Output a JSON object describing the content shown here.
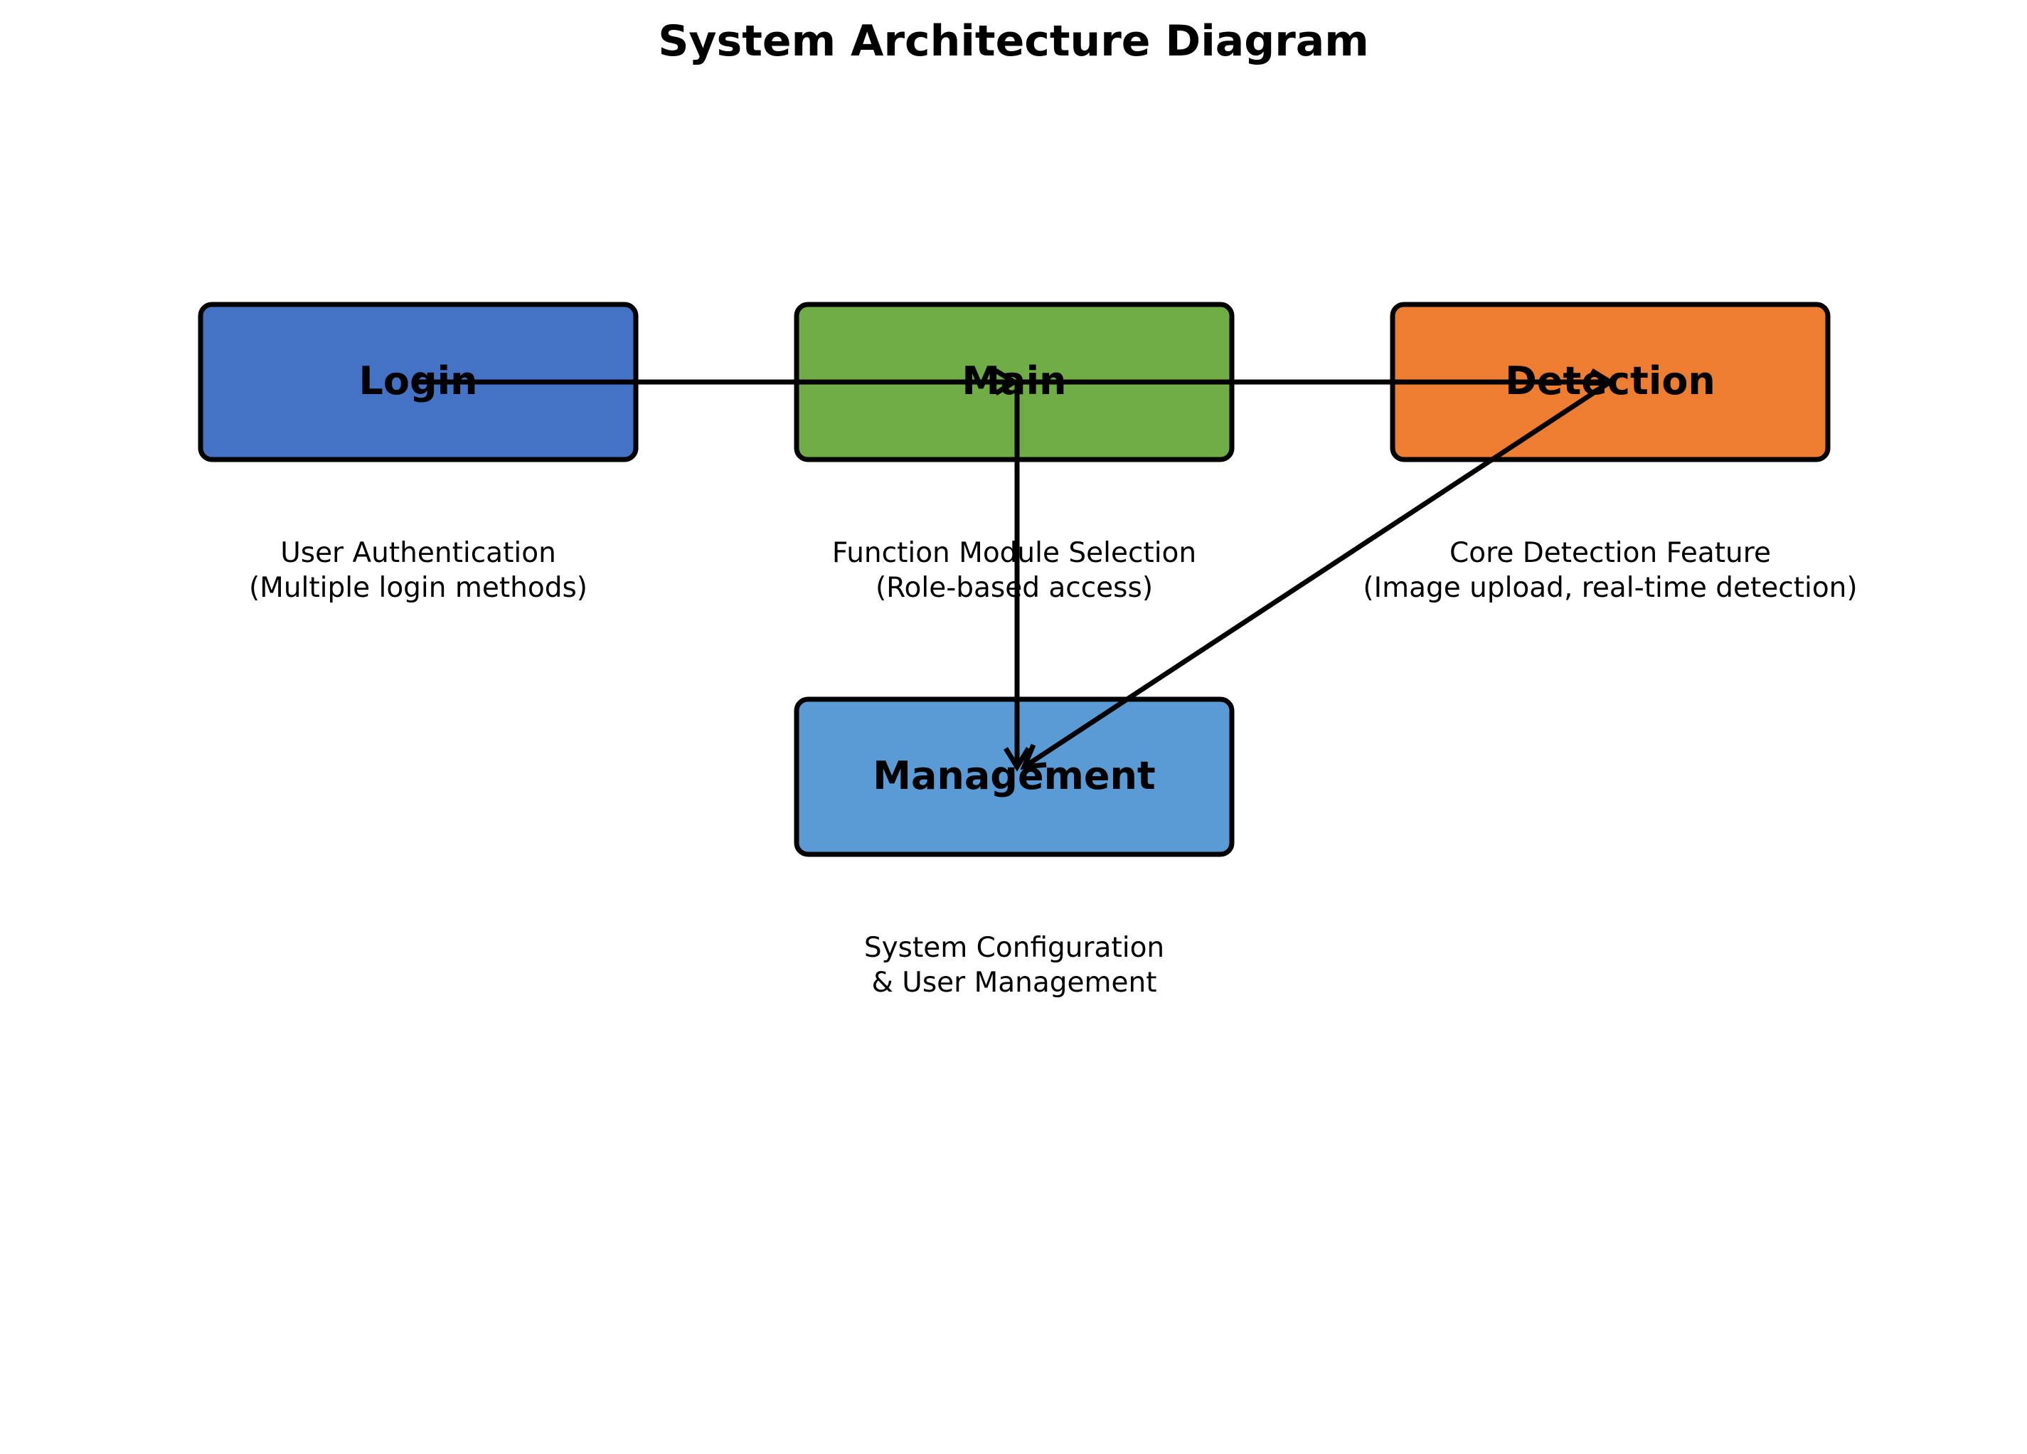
{
  "title": "System Architecture Diagram",
  "nodes": [
    {
      "id": "login",
      "label": "Login",
      "color": "#4472C4",
      "description": [
        "User Authentication",
        "(Multiple login methods)"
      ]
    },
    {
      "id": "main",
      "label": "Main",
      "color": "#70AD47",
      "description": [
        "Function Module Selection",
        "(Role-based access)"
      ]
    },
    {
      "id": "detection",
      "label": "Detection",
      "color": "#ED7D31",
      "description": [
        "Core Detection Feature",
        "(Image upload, real-time detection)"
      ]
    },
    {
      "id": "management",
      "label": "Management",
      "color": "#5B9BD5",
      "description": [
        "System Configuration",
        "& User Management"
      ]
    }
  ],
  "edges": [
    {
      "from": "login",
      "to": "main"
    },
    {
      "from": "main",
      "to": "detection"
    },
    {
      "from": "main",
      "to": "management"
    },
    {
      "from": "detection",
      "to": "management"
    }
  ]
}
